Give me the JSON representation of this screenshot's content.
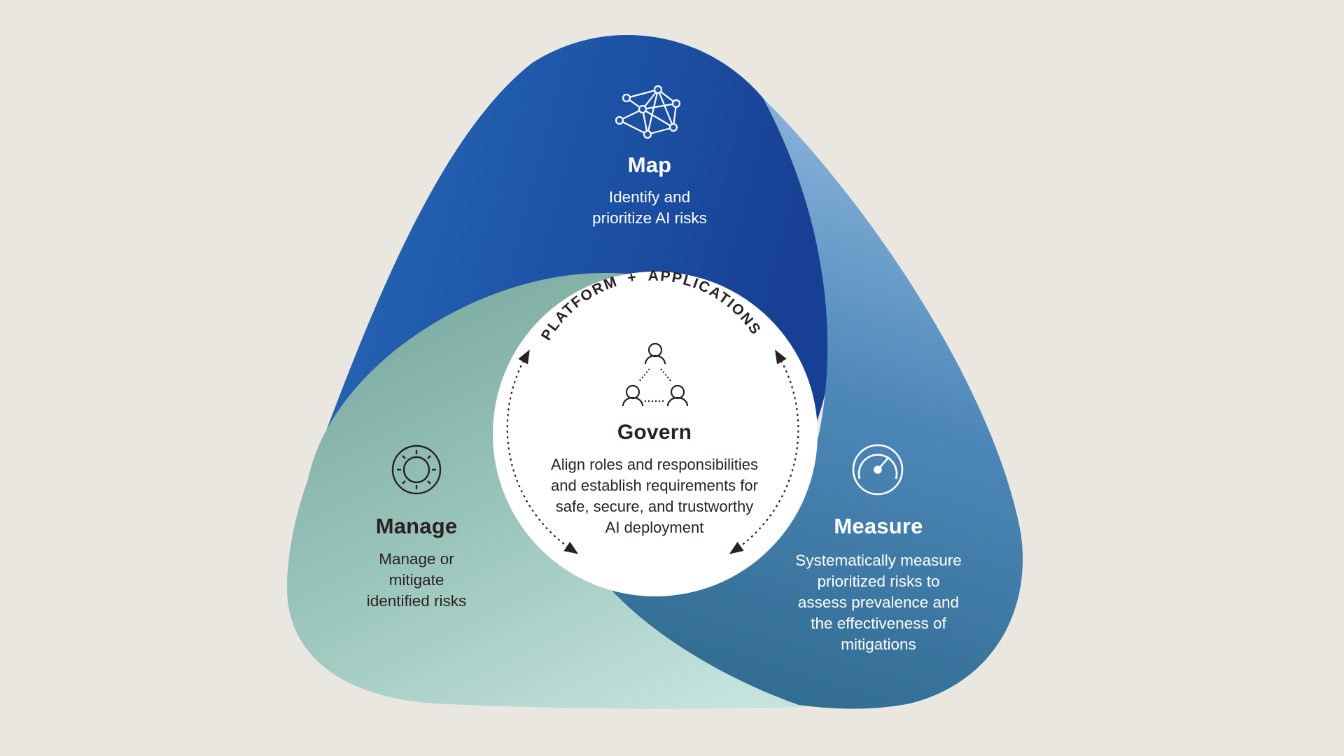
{
  "ring_label": {
    "left": "PLATFORM",
    "sep": "+",
    "right": "APPLICATIONS"
  },
  "segments": {
    "map": {
      "title": "Map",
      "desc_lines": [
        "Identify and",
        "prioritize AI risks"
      ],
      "icon": "network-graph-icon"
    },
    "manage": {
      "title": "Manage",
      "desc_lines": [
        "Manage or",
        "mitigate",
        "identified risks"
      ],
      "icon": "gear-icon"
    },
    "measure": {
      "title": "Measure",
      "desc_lines": [
        "Systematically measure",
        "prioritized risks to",
        "assess prevalence and",
        "the effectiveness of",
        "mitigations"
      ],
      "icon": "gauge-icon"
    },
    "govern": {
      "title": "Govern",
      "desc_lines": [
        "Align roles and responsibilities",
        "and establish requirements for",
        "safe, secure, and trustworthy",
        "AI deployment"
      ],
      "icon": "people-triangle-icon"
    }
  },
  "colors": {
    "background": "#eae7e1",
    "map_blue": "#1d4fa5",
    "measure_blue": "#3a75a2",
    "manage_teal": "#8cbab0",
    "center_white": "#ffffff"
  }
}
